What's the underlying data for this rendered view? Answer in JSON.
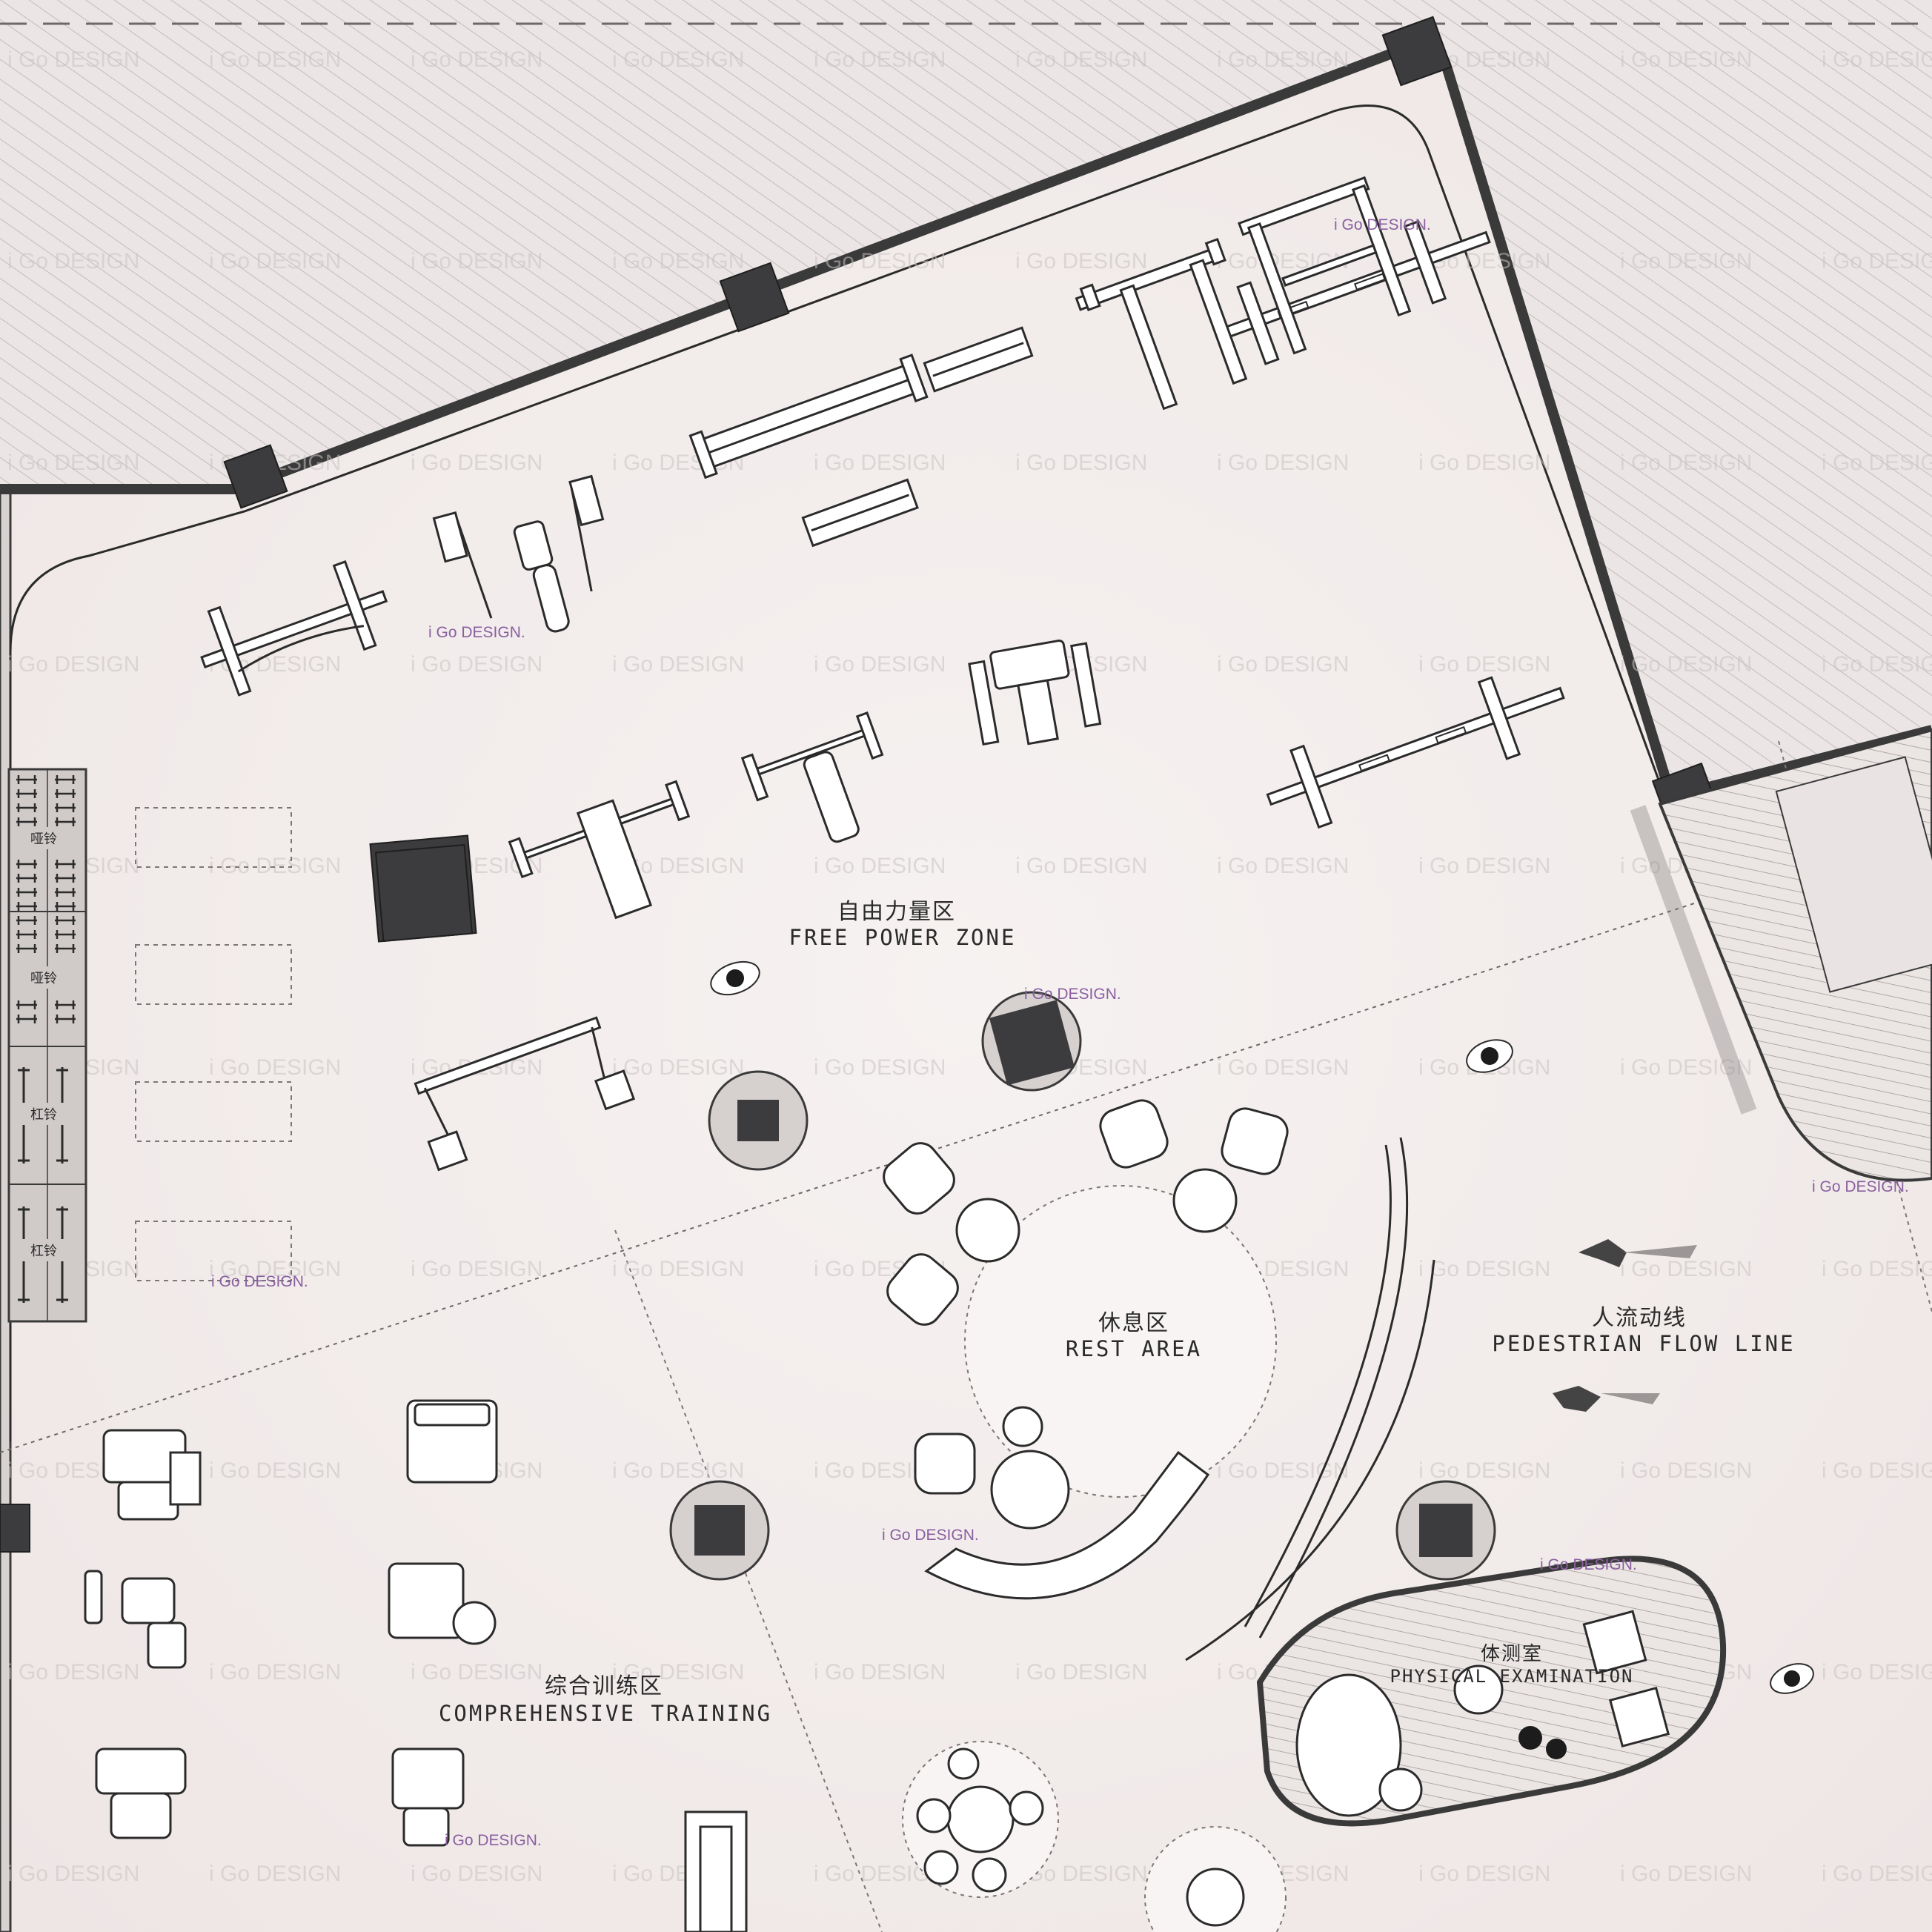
{
  "zones": {
    "free_power": {
      "cn": "自由力量区",
      "en": "FREE POWER ZONE"
    },
    "rest": {
      "cn": "休息区",
      "en": "REST AREA"
    },
    "pedestrian": {
      "cn": "人流动线",
      "en": "PEDESTRIAN FLOW LINE"
    },
    "comprehensive": {
      "cn": "综合训练区",
      "en": "COMPREHENSIVE TRAINING"
    },
    "physical": {
      "cn": "体测室",
      "en": "PHYSICAL EXAMINATION"
    }
  },
  "rack_labels": {
    "dumbbell": "哑铃",
    "barbell": "杠铃"
  },
  "watermark": {
    "background": "i Go DESIGN",
    "foreground": "i Go DESIGN."
  },
  "colors": {
    "floor": "#f3eeed",
    "exterior_hatch": "#e6e1e0",
    "column": "#3c3b3d",
    "watermark_accent": "#8a5fa0"
  }
}
